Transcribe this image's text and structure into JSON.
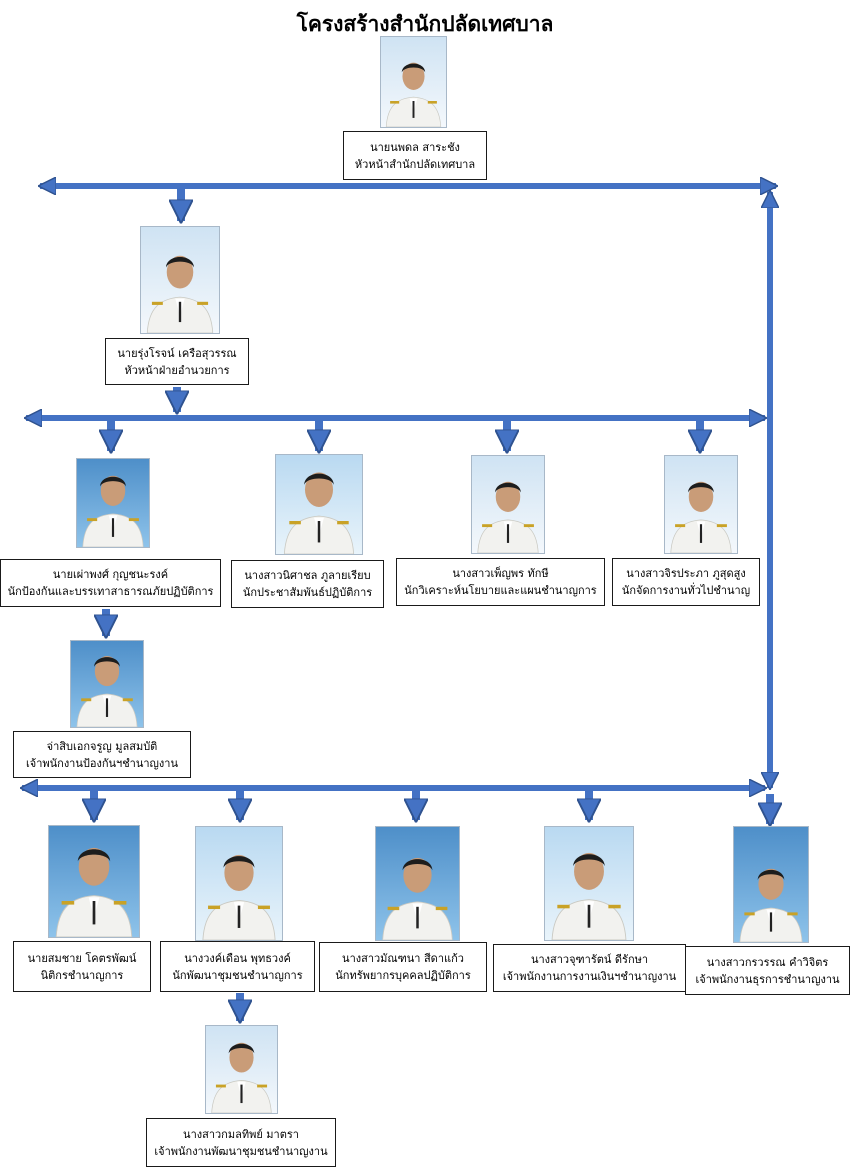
{
  "title": "โครงสร้างสำนักปลัดเทศบาล",
  "colors": {
    "arrow": "#4472c4",
    "arrow_edge": "#2f528f",
    "box_border": "#1a1a1a"
  },
  "chief": {
    "name": "นายนพดล  สาระชัง",
    "position": "หัวหน้าสำนักปลัดเทศบาล"
  },
  "admin_head": {
    "name": "นายรุ่งโรจน์  เครือสุวรรณ",
    "position": "หัวหน้าฝ่ายอำนวยการ"
  },
  "row3": [
    {
      "name": "นายเผ่าพงศ์  กุญชนะรงค์",
      "position": "นักป้องกันและบรรเทาสาธารณภัยปฏิบัติการ"
    },
    {
      "name": "นางสาวนิศาชล  ภูลายเรียบ",
      "position": "นักประชาสัมพันธ์ปฏิบัติการ"
    },
    {
      "name": "นางสาวเพ็ญพร  ทักษี",
      "position": "นักวิเคราะห์นโยบายและแผนชำนาญการ"
    },
    {
      "name": "นางสาวจิรประภา  ภูสุดสูง",
      "position": "นักจัดการงานทั่วไปชำนาญ"
    }
  ],
  "sub_row3": {
    "name": "จ่าสิบเอกจรูญ  มูลสมบัติ",
    "position": "เจ้าพนักงานป้องกันฯชำนาญงาน"
  },
  "row4": [
    {
      "name": "นายสมชาย  โคตรพัฒน์",
      "position": "นิติกรชำนาญการ"
    },
    {
      "name": "นางวงค์เดือน  พุทธวงค์",
      "position": "นักพัฒนาชุมชนชำนาญการ"
    },
    {
      "name": "นางสาวมัณฑนา  สีดาแก้ว",
      "position": "นักทรัพยากรบุคคลปฏิบัติการ"
    },
    {
      "name": "นางสาวจุฑารัตน์  ดีรักษา",
      "position": "เจ้าพนักงานการงานเงินฯชำนาญงาน"
    },
    {
      "name": "นางสาวกรวรรณ  คำวิจิตร",
      "position": "เจ้าพนักงานธุรการชำนาญงาน"
    }
  ],
  "sub_row4": {
    "name": "นางสาวกมลทิพย์  มาตรา",
    "position": "เจ้าพนักงานพัฒนาชุมชนชำนาญงาน"
  }
}
